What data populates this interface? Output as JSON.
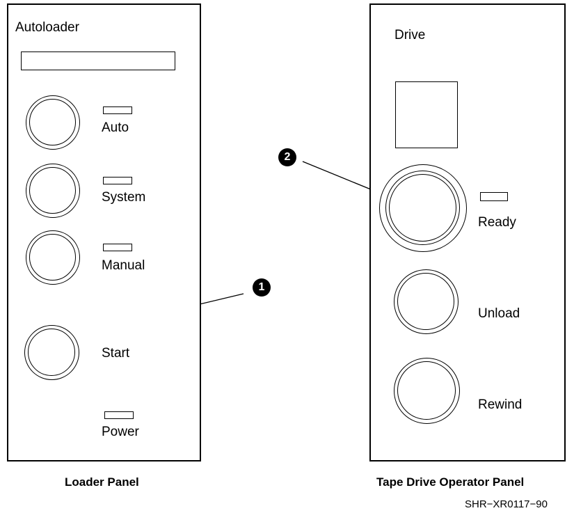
{
  "loader_panel": {
    "title": "Autoloader",
    "caption": "Loader Panel",
    "buttons": [
      {
        "label": "Auto"
      },
      {
        "label": "System"
      },
      {
        "label": "Manual"
      },
      {
        "label": "Start"
      }
    ],
    "power_label": "Power"
  },
  "drive_panel": {
    "title": "Drive",
    "caption": "Tape Drive Operator Panel",
    "buttons": [
      {
        "label": "Ready"
      },
      {
        "label": "Unload"
      },
      {
        "label": "Rewind"
      }
    ]
  },
  "callouts": [
    "1",
    "2"
  ],
  "figure_id": "SHR−XR0117−90"
}
